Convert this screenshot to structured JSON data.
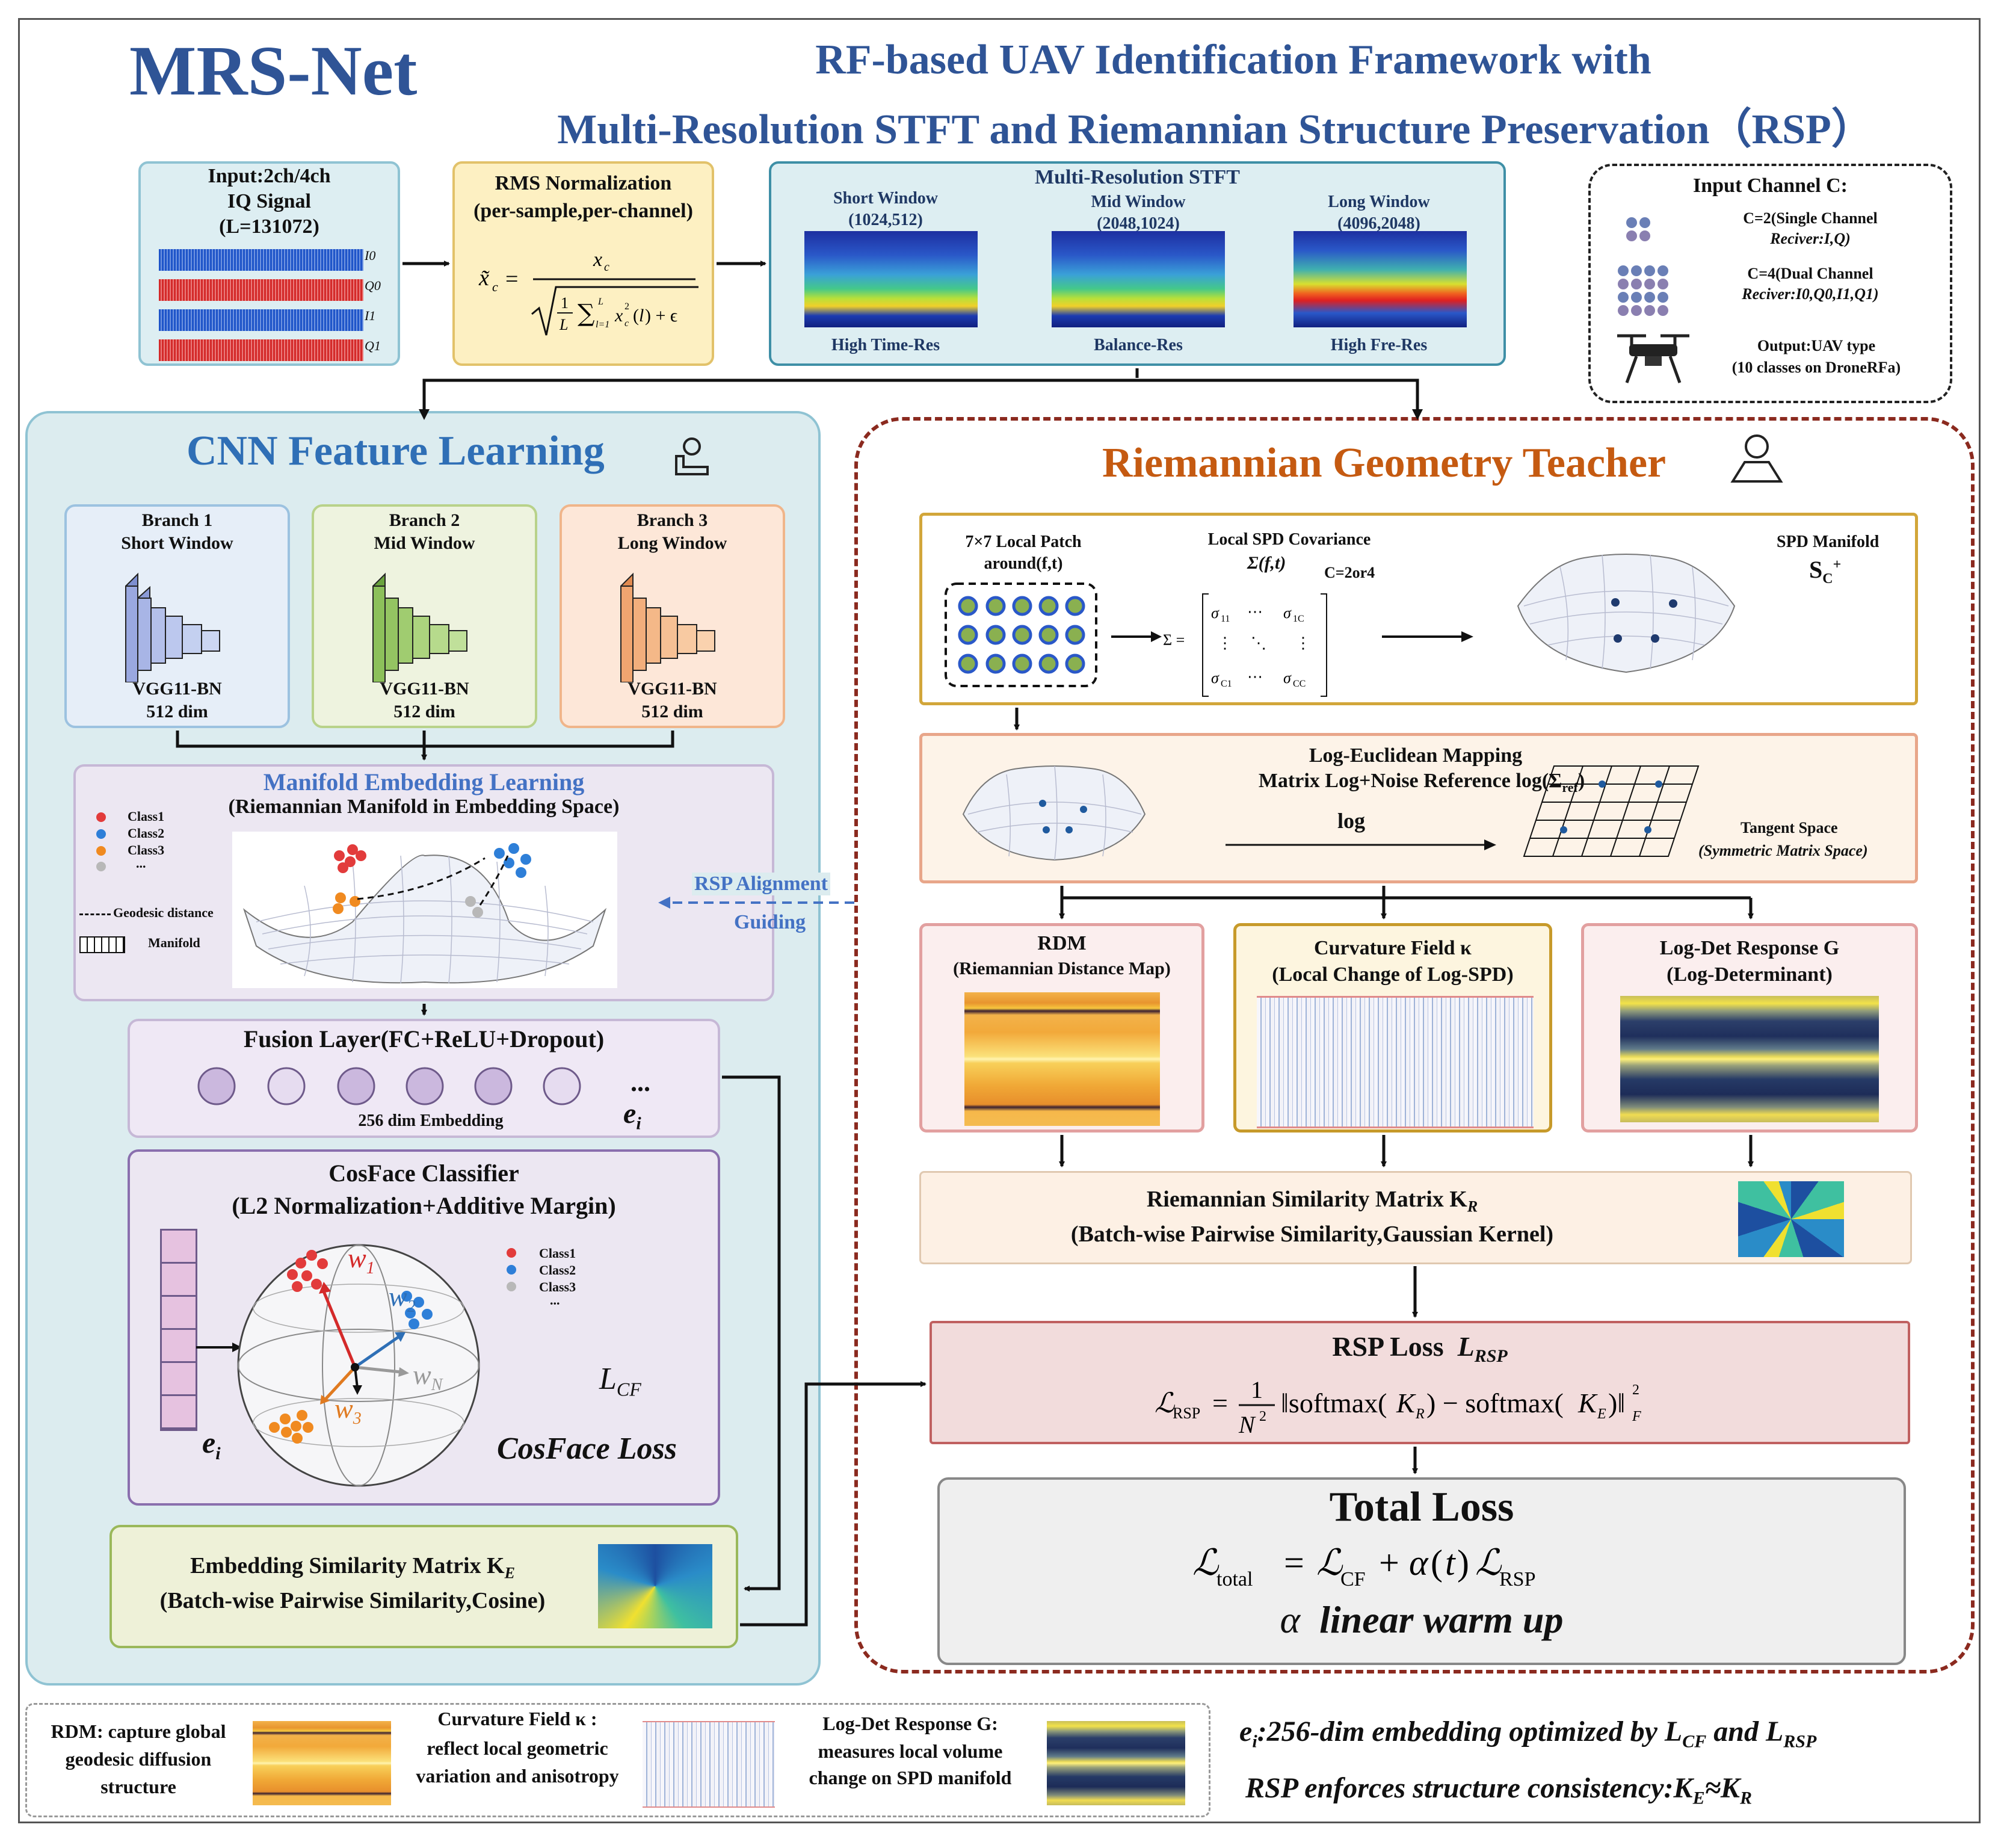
{
  "header": {
    "brand": "MRS-Net",
    "title_line1": "RF-based UAV Identification Framework with",
    "title_line2": "Multi-Resolution STFT and Riemannian Structure Preservation（RSP）"
  },
  "input_box": {
    "line1": "Input:2ch/4ch",
    "line2": "IQ Signal",
    "line3": "(L=131072)",
    "channels": [
      "I0",
      "Q0",
      "I1",
      "Q1"
    ]
  },
  "rms_box": {
    "line1": "RMS Normalization",
    "line2": "(per-sample,per-channel)"
  },
  "stft_box": {
    "title": "Multi-Resolution STFT",
    "windows": [
      {
        "name": "Short Window",
        "params": "(1024,512)",
        "caption": "High Time-Res"
      },
      {
        "name": "Mid Window",
        "params": "(2048,1024)",
        "caption": "Balance-Res"
      },
      {
        "name": "Long Window",
        "params": "(4096,2048)",
        "caption": "High Fre-Res"
      }
    ]
  },
  "channel_box": {
    "title": "Input Channel C:",
    "c2_line1": "C=2(Single Channel",
    "c2_line2": "Reciver:I,Q)",
    "c4_line1": "C=4(Dual Channel",
    "c4_line2": "Reciver:I0,Q0,I1,Q1)",
    "out_line1": "Output:UAV type",
    "out_line2": "(10 classes on DroneRFa)"
  },
  "cnn": {
    "title": "CNN Feature Learning",
    "branches": [
      {
        "name": "Branch 1",
        "window": "Short Window",
        "model": "VGG11-BN",
        "dim": "512 dim"
      },
      {
        "name": "Branch 2",
        "window": "Mid Window",
        "model": "VGG11-BN",
        "dim": "512 dim"
      },
      {
        "name": "Branch 3",
        "window": "Long Window",
        "model": "VGG11-BN",
        "dim": "512 dim"
      }
    ],
    "manifold": {
      "title": "Manifold Embedding Learning",
      "subtitle": "(Riemannian Manifold in Embedding Space)",
      "legend": [
        "Class1",
        "Class2",
        "Class3",
        "..."
      ],
      "geodesic": "Geodesic distance",
      "manifold_label": "Manifold"
    },
    "rsp_align_1": "RSP Alignment",
    "rsp_align_2": "Guiding",
    "fusion": {
      "title": "Fusion Layer(FC+ReLU+Dropout)",
      "dots": "...",
      "embedding": "256 dim Embedding",
      "ei": "e",
      "ei_sub": "i"
    },
    "cosface": {
      "title": "CosFace Classifier",
      "subtitle": "(L2 Normalization+Additive Margin)",
      "legend": [
        "Class1",
        "Class2",
        "Class3",
        "..."
      ],
      "w1": "w",
      "w1_sub": "1",
      "w2": "w",
      "w2_sub": "2",
      "w3": "w",
      "w3_sub": "3",
      "wn": "w",
      "wn_sub": "N",
      "lcf": "L",
      "lcf_sub": "CF",
      "loss": "CosFace Loss",
      "ei": "e",
      "ei_sub": "i"
    },
    "emb_sim": {
      "line1": "Embedding Similarity Matrix K",
      "line1_sub": "E",
      "line2": "(Batch-wise Pairwise Similarity,Cosine)"
    }
  },
  "teacher": {
    "title": "Riemannian Geometry Teacher",
    "spd": {
      "patch_line1": "7×7 Local Patch",
      "patch_line2": "around(f,t)",
      "cov_title": "Local SPD Covariance",
      "cov_sigma": "Σ(f,t)",
      "cov_c": "C=2or4",
      "manifold_title": "SPD Manifold",
      "manifold_sym": "S",
      "manifold_sub": "C",
      "manifold_sup": "+"
    },
    "log_euclid": {
      "title": "Log-Euclidean Mapping",
      "subtitle": "Matrix Log+Noise Reference log(Σ",
      "subtitle_sub": "ref",
      "subtitle_end": ")",
      "log": "log",
      "tangent_1": "Tangent Space",
      "tangent_2": "(Symmetric Matrix Space)"
    },
    "rdm": {
      "line1": "RDM",
      "line2": "(Riemannian Distance Map)"
    },
    "curv": {
      "line1": "Curvature Field κ",
      "line2": "(Local Change of Log-SPD)"
    },
    "logdet": {
      "line1": "Log-Det Response G",
      "line2": "(Log-Determinant)"
    },
    "riem_sim": {
      "line1": "Riemannian Similarity Matrix K",
      "line1_sub": "R",
      "line2": "(Batch-wise Pairwise Similarity,Gaussian Kernel)"
    },
    "rsp_loss": {
      "title": "RSP Loss",
      "sym": "L",
      "sym_sub": "RSP"
    },
    "total": {
      "title": "Total Loss",
      "warmup": "linear warm up",
      "alpha": "α"
    }
  },
  "footer": {
    "rdm_desc": "RDM: capture global geodesic diffusion structure",
    "curv_desc_1": "Curvature Field κ :",
    "curv_desc_2": "reflect local geometric variation and anisotropy",
    "logdet_desc_1": "Log-Det Response G:",
    "logdet_desc_2": "measures local volume change on SPD manifold",
    "note1_a": "e",
    "note1_b": "i",
    "note1_c": ":256-dim embedding optimized by L",
    "note1_d": "CF",
    "note1_e": " and L",
    "note1_f": "RSP",
    "note2_a": "RSP enforces structure consistency:K",
    "note2_b": "E",
    "note2_c": "≈K",
    "note2_d": "R"
  },
  "colors": {
    "title_blue": "#2f5496",
    "teacher_orange": "#c55a11",
    "cnn_bg": "#dcecef",
    "dashed_red": "#8b2a1f"
  }
}
